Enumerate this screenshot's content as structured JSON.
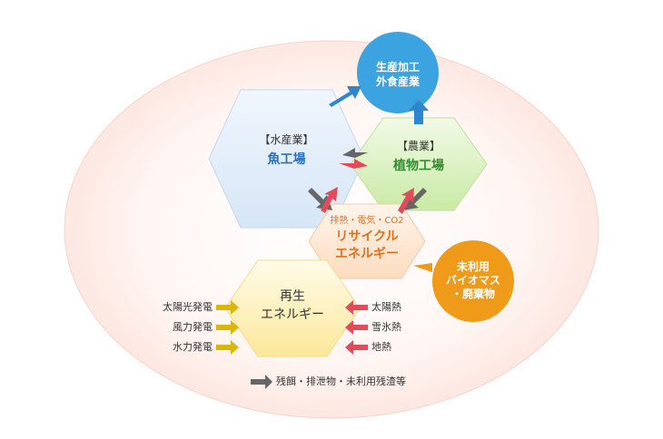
{
  "diagram": {
    "fish": {
      "category": "【水産業】",
      "title": "魚工場",
      "color": "#2a6fc0"
    },
    "agri": {
      "category": "【農業】",
      "title": "植物工場",
      "color": "#2f8f2f"
    },
    "recycle": {
      "inputs": "排熱・電気・CO2",
      "title_line1": "リサイクル",
      "title_line2": "エネルギー",
      "color": "#e0711f"
    },
    "renew": {
      "title_line1": "再生",
      "title_line2": "エネルギー"
    },
    "food": {
      "line1": "生産加工",
      "line2": "外食産業",
      "color": "#3aa3e0"
    },
    "biomass": {
      "line1": "未利用",
      "line2": "バイオマス",
      "line3": "・廃棄物",
      "color": "#f09a1a"
    },
    "left_inputs": [
      "太陽光発電",
      "風力発電",
      "水力発電"
    ],
    "right_inputs": [
      "太陽熱",
      "雪氷熱",
      "地熱"
    ],
    "legend": "残餌・排泄物・未利用残渣等"
  }
}
